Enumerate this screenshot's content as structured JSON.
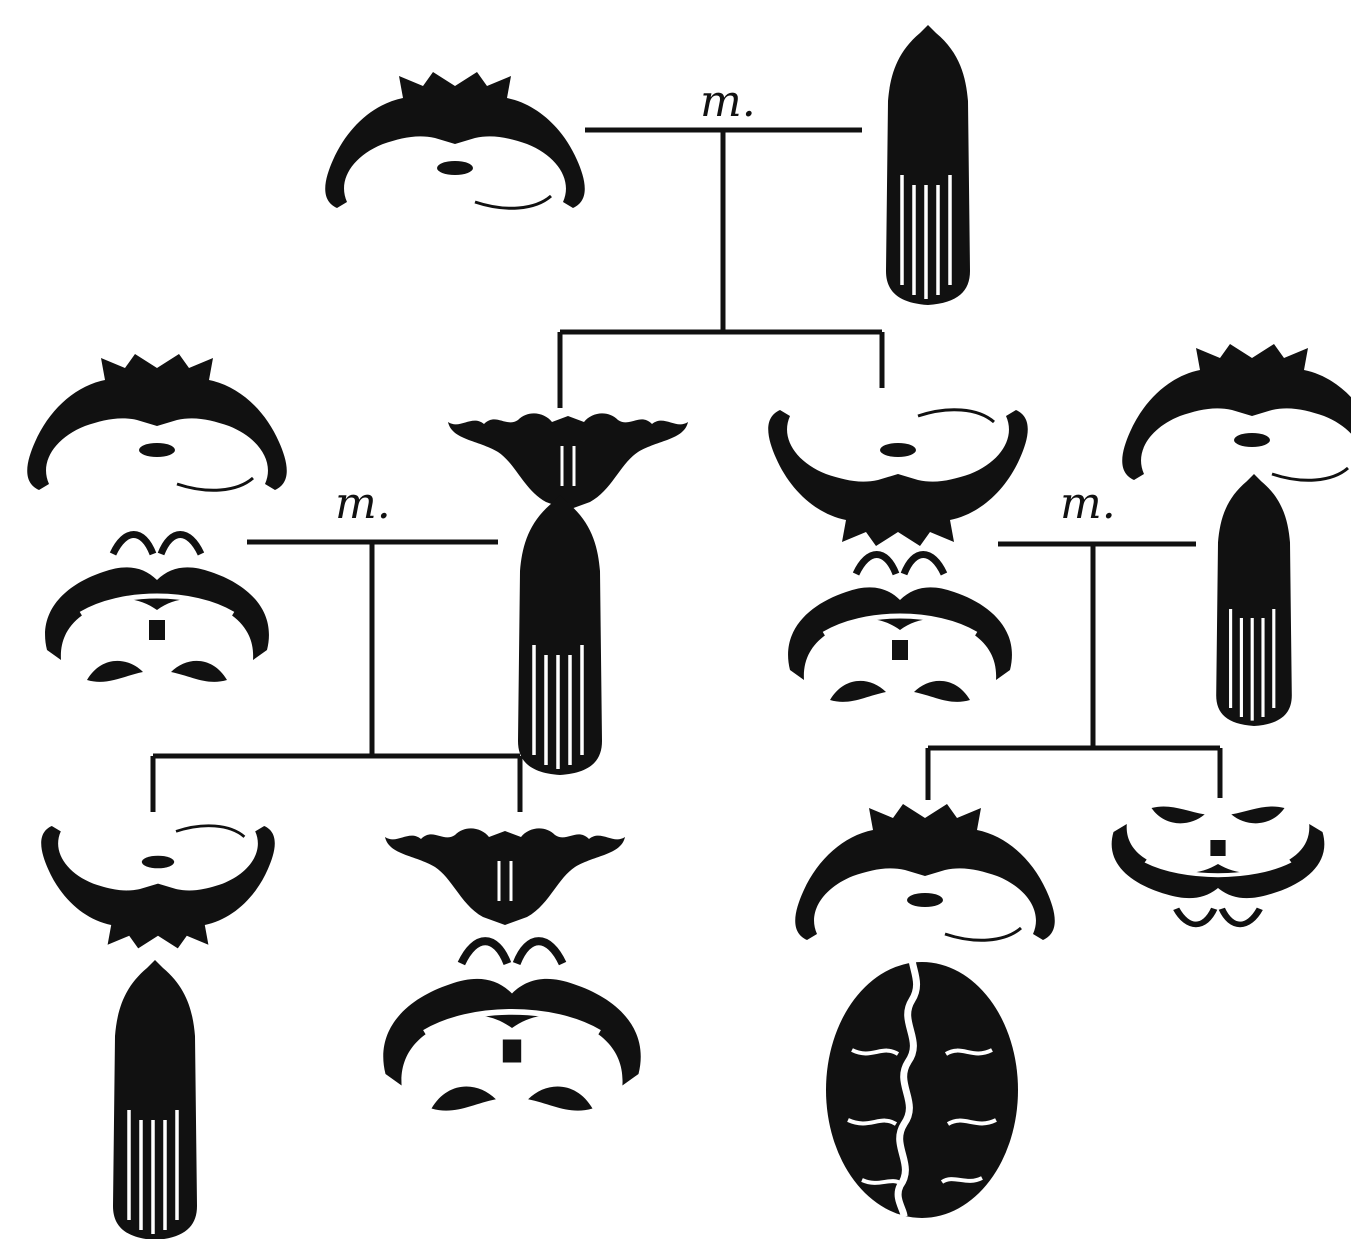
{
  "diagram": {
    "labels": [
      "m.",
      "m.",
      "m."
    ],
    "ink_color": "#111111",
    "paper_color": "#ffffff"
  }
}
